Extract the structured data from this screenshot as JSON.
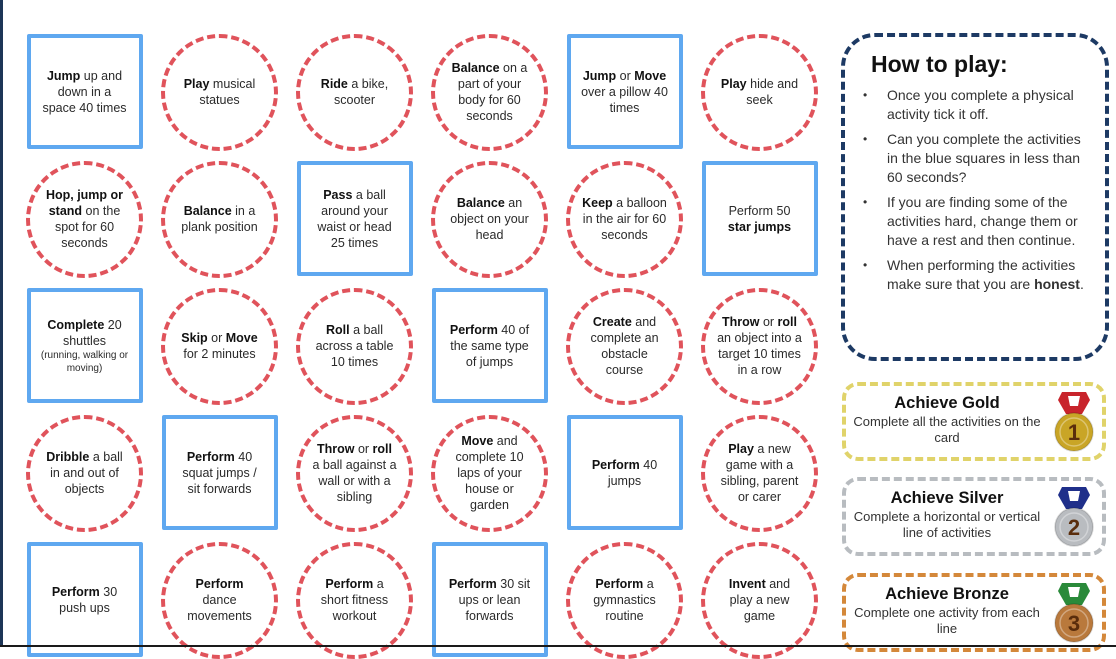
{
  "cells": [
    {
      "shape": "square",
      "parts": [
        {
          "b": true,
          "t": "Jump"
        },
        {
          "t": " up and down in a space 40 times"
        }
      ]
    },
    {
      "shape": "circle",
      "parts": [
        {
          "b": true,
          "t": "Play"
        },
        {
          "t": " musical statues"
        }
      ]
    },
    {
      "shape": "circle",
      "parts": [
        {
          "b": true,
          "t": "Ride"
        },
        {
          "t": " a bike, scooter"
        }
      ]
    },
    {
      "shape": "circle",
      "parts": [
        {
          "b": true,
          "t": "Balance"
        },
        {
          "t": " on a part of your body for 60 seconds"
        }
      ]
    },
    {
      "shape": "square",
      "parts": [
        {
          "b": true,
          "t": "Jump"
        },
        {
          "t": " or "
        },
        {
          "b": true,
          "t": "Move"
        },
        {
          "t": " over a pillow 40 times"
        }
      ]
    },
    {
      "shape": "circle",
      "parts": [
        {
          "b": true,
          "t": "Play"
        },
        {
          "t": " hide and seek"
        }
      ]
    },
    {
      "shape": "circle",
      "parts": [
        {
          "b": true,
          "t": "Hop, jump or stand"
        },
        {
          "t": " on the spot for 60 seconds"
        }
      ]
    },
    {
      "shape": "circle",
      "parts": [
        {
          "b": true,
          "t": "Balance"
        },
        {
          "t": " in a plank position"
        }
      ]
    },
    {
      "shape": "square",
      "parts": [
        {
          "b": true,
          "t": "Pass"
        },
        {
          "t": " a ball around your waist or head 25 times"
        }
      ]
    },
    {
      "shape": "circle",
      "parts": [
        {
          "b": true,
          "t": "Balance"
        },
        {
          "t": " an object on your head"
        }
      ]
    },
    {
      "shape": "circle",
      "parts": [
        {
          "b": true,
          "t": "Keep"
        },
        {
          "t": " a balloon in the air for 60 seconds"
        }
      ]
    },
    {
      "shape": "square",
      "parts": [
        {
          "t": "Perform 50 "
        },
        {
          "b": true,
          "t": "star jumps"
        }
      ]
    },
    {
      "shape": "square",
      "parts": [
        {
          "b": true,
          "t": "Complete"
        },
        {
          "t": " 20 shuttles"
        },
        {
          "small": true,
          "t": "(running, walking or moving)"
        }
      ]
    },
    {
      "shape": "circle",
      "parts": [
        {
          "b": true,
          "t": "Skip"
        },
        {
          "t": " or "
        },
        {
          "b": true,
          "t": "Move"
        },
        {
          "t": " for 2 minutes"
        }
      ]
    },
    {
      "shape": "circle",
      "parts": [
        {
          "b": true,
          "t": "Roll"
        },
        {
          "t": " a ball across a table 10 times"
        }
      ]
    },
    {
      "shape": "square",
      "parts": [
        {
          "b": true,
          "t": "Perform"
        },
        {
          "t": " 40 of the same type of jumps"
        }
      ]
    },
    {
      "shape": "circle",
      "parts": [
        {
          "b": true,
          "t": "Create"
        },
        {
          "t": " and complete an obstacle course"
        }
      ]
    },
    {
      "shape": "circle",
      "parts": [
        {
          "b": true,
          "t": "Throw"
        },
        {
          "t": " or "
        },
        {
          "b": true,
          "t": "roll"
        },
        {
          "t": " an object into a target 10 times in a row"
        }
      ]
    },
    {
      "shape": "circle",
      "parts": [
        {
          "b": true,
          "t": "Dribble"
        },
        {
          "t": " a ball in and out of objects"
        }
      ]
    },
    {
      "shape": "square",
      "parts": [
        {
          "b": true,
          "t": "Perform"
        },
        {
          "t": " 40 squat jumps / sit forwards"
        }
      ]
    },
    {
      "shape": "circle",
      "parts": [
        {
          "b": true,
          "t": "Throw"
        },
        {
          "t": " or "
        },
        {
          "b": true,
          "t": "roll"
        },
        {
          "t": " a ball against a wall or with a sibling"
        }
      ]
    },
    {
      "shape": "circle",
      "parts": [
        {
          "b": true,
          "t": "Move"
        },
        {
          "t": " and complete 10 laps of your house or garden"
        }
      ]
    },
    {
      "shape": "square",
      "parts": [
        {
          "b": true,
          "t": "Perform"
        },
        {
          "t": " 40 jumps"
        }
      ]
    },
    {
      "shape": "circle",
      "parts": [
        {
          "b": true,
          "t": "Play"
        },
        {
          "t": " a new game with a sibling, parent or carer"
        }
      ]
    },
    {
      "shape": "square",
      "parts": [
        {
          "b": true,
          "t": "Perform"
        },
        {
          "t": " 30 push ups"
        }
      ]
    },
    {
      "shape": "circle",
      "parts": [
        {
          "b": true,
          "t": "Perform"
        },
        {
          "t": " dance movements"
        }
      ]
    },
    {
      "shape": "circle",
      "parts": [
        {
          "b": true,
          "t": "Perform"
        },
        {
          "t": " a short fitness workout"
        }
      ]
    },
    {
      "shape": "square",
      "parts": [
        {
          "b": true,
          "t": "Perform"
        },
        {
          "t": " 30 sit ups or lean forwards"
        }
      ]
    },
    {
      "shape": "circle",
      "parts": [
        {
          "b": true,
          "t": "Perform"
        },
        {
          "t": " a gymnastics routine"
        }
      ]
    },
    {
      "shape": "circle",
      "parts": [
        {
          "b": true,
          "t": "Invent"
        },
        {
          "t": " and play a new game"
        }
      ]
    }
  ],
  "how_to_play": {
    "title": "How to play:",
    "bullet": "•",
    "items": [
      "Once you complete a physical activity tick it off.",
      "Can you complete the activities in the blue squares in less than 60 seconds?",
      "If you are finding some of the activities hard, change them or have a rest and then continue."
    ],
    "last_item_prefix": "When performing the activities make sure that you are ",
    "last_item_bold": "honest",
    "last_item_suffix": "."
  },
  "awards": [
    {
      "title": "Achieve Gold",
      "desc": "Complete all the activities on the card",
      "number": "1",
      "color": "#e0d36a",
      "ribbon": "#c8242c",
      "medal": "#c9a526"
    },
    {
      "title": "Achieve Silver",
      "desc": "Complete a horizontal or vertical line of activities",
      "number": "2",
      "color": "#b8bcc0",
      "ribbon": "#1f2f8a",
      "medal": "#b9bcc0"
    },
    {
      "title": "Achieve Bronze",
      "desc": "Complete one activity from each line",
      "number": "3",
      "color": "#d4883a",
      "ribbon": "#2a8a3a",
      "medal": "#b9793c"
    }
  ],
  "colors": {
    "square_border": "#5fa8f0",
    "circle_border": "#e0535b",
    "howto_border": "#1d3a64"
  }
}
